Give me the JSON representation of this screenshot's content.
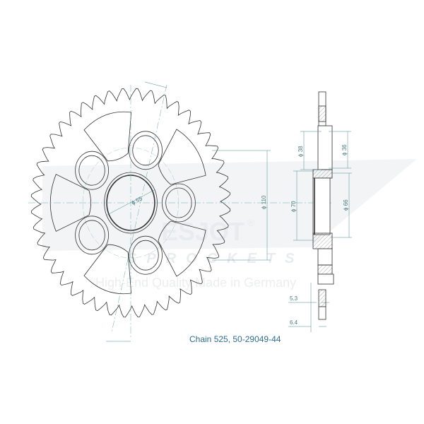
{
  "caption": "Chain 525, 50-29049-44",
  "sprocket": {
    "teeth": 44,
    "bolt_holes": 5
  },
  "dimensions": {
    "bore": "ϕ 55",
    "pcd": "ϕ 110",
    "d38": "ϕ 38",
    "d36": "ϕ 36",
    "d70": "ϕ 70",
    "d66": "ϕ 66",
    "w53": "5.3",
    "w64": "6.4"
  },
  "watermark": {
    "brand": "ESJOT",
    "sub": "SPROCKETS",
    "tagline": "High-End Quality Made in Germany",
    "reg": "®"
  },
  "colors": {
    "line": "#333333",
    "dim": "#4a8a90",
    "caption": "#2f6f8f",
    "watermark": "#e9ecee"
  }
}
